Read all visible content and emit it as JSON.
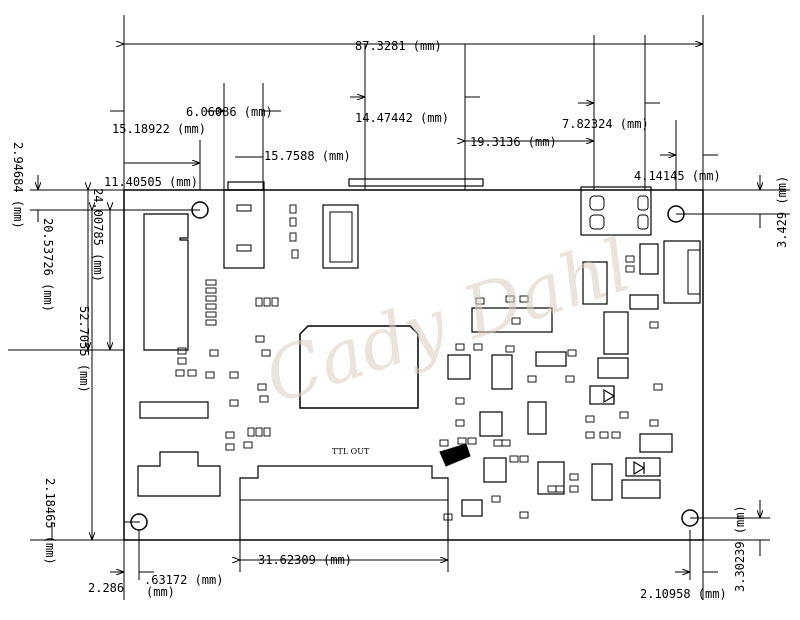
{
  "dimensions": {
    "overall_width": "87.3281 (mm)",
    "d_6_06086": "6.06086 (mm)",
    "d_15_18922": "15.18922 (mm)",
    "d_14_47442": "14.47442 (mm)",
    "d_7_82324": "7.82324 (mm)",
    "d_19_3136": "19.3136 (mm)",
    "d_15_7588": "15.7588 (mm)",
    "d_11_40505": "11.40505 (mm)",
    "d_4_14145": "4.14145 (mm)",
    "d_2_94684": "2.94684 (mm)",
    "d_24_00785": "24.00785 (mm)",
    "d_20_53726": "20.53726 (mm)",
    "d_52_7055": "52.7055 (mm)",
    "d_3_429": "3.429 (mm)",
    "d_2_18465": "2.18465 (mm)",
    "d_31_62309": "31.62309 (mm)",
    "d_2_286": "2.286",
    "d_63172": ".63172 (mm)",
    "d_mm_small": "(mm)",
    "d_2_10958": "2.10958 (mm)",
    "d_3_30239": "3.30239 (mm)"
  },
  "silkscreen": {
    "ttl_out": "TTL OUT"
  },
  "watermark": "Cady Dahl",
  "colors": {
    "line": "#000000",
    "watermark": "#d9cfc3"
  }
}
